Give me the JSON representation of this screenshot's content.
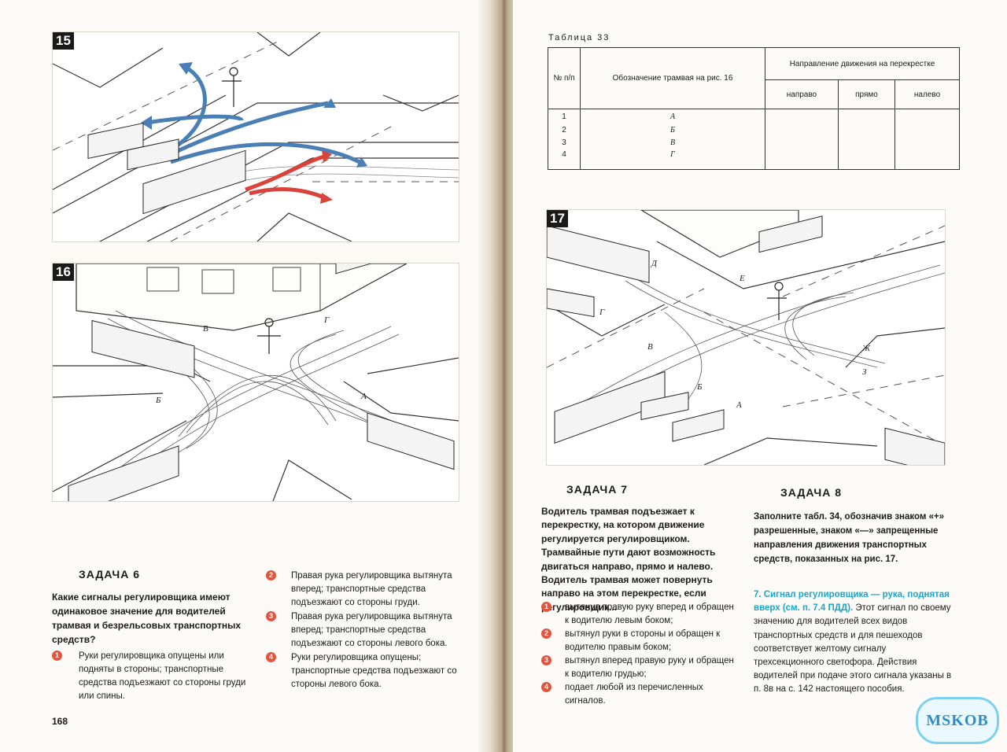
{
  "left_page": {
    "figures": [
      {
        "number": "15"
      },
      {
        "number": "16",
        "labels": [
          "В",
          "Г",
          "Б",
          "А"
        ]
      }
    ],
    "task": {
      "heading": "ЗАДАЧА 6",
      "question": "Какие сигналы регулировщика имеют одинаковое значение для водителей трамвая и безрельсовых транспортных средств?",
      "answers": [
        {
          "n": "1",
          "text": "Руки регулировщика опущены или подняты в стороны; транспортные средства подъезжают со стороны груди или спины."
        },
        {
          "n": "2",
          "text": "Правая рука регулировщика вытянута вперед; транспортные средства подъезжают со стороны груди."
        },
        {
          "n": "3",
          "text": "Правая рука регулировщика вытянута вперед; транспортные средства подъезжают со стороны левого бока."
        },
        {
          "n": "4",
          "text": "Руки регулировщика опущены; транспортные средства подъезжают со стороны левого бока."
        }
      ]
    },
    "page_number": "168"
  },
  "right_page": {
    "table": {
      "title": "Таблица 33",
      "col_no": "№ п/п",
      "col_designation": "Обозначение трамвая на рис. 16",
      "col_direction": "Направление движения на перекрестке",
      "sub_cols": [
        "направо",
        "прямо",
        "налево"
      ],
      "rows": [
        {
          "n": "1",
          "d": "А"
        },
        {
          "n": "2",
          "d": "Б"
        },
        {
          "n": "3",
          "d": "В"
        },
        {
          "n": "4",
          "d": "Г"
        }
      ]
    },
    "figure": {
      "number": "17",
      "labels": [
        "Д",
        "Е",
        "Г",
        "В",
        "Б",
        "А",
        "Ж",
        "З"
      ]
    },
    "task7": {
      "heading": "ЗАДАЧА 7",
      "question": "Водитель трамвая подъезжает к перекрестку, на котором движение регулируется регулировщиком. Трамвайные пути дают возможность двигаться направо, прямо и налево. Водитель трамвая может повернуть направо на этом перекрестке, если регулировщик...",
      "answers": [
        {
          "n": "1",
          "text": "вытянул правую руку вперед и обращен к водителю левым боком;"
        },
        {
          "n": "2",
          "text": "вытянул руки в стороны и обращен к водителю правым боком;"
        },
        {
          "n": "3",
          "text": "вытянул вперед правую руку и обращен к водителю грудью;"
        },
        {
          "n": "4",
          "text": "подает любой из перечисленных сигналов."
        }
      ]
    },
    "task8": {
      "heading": "ЗАДАЧА 8",
      "text": "Заполните табл. 34, обозначив знаком «+» разрешенные, знаком «—» запрещенные направления движения транспортных средств, показанных на рис. 17."
    },
    "note": {
      "number": "7.",
      "highlight": "Сигнал регулировщика — рука, поднятая вверх (см. п. 7.4 ПДД).",
      "text": "Этот сигнал по своему значению для водителей всех видов транспортных средств и для пешеходов соответствует желтому сигналу трехсекционного светофора. Действия водителей при подаче этого сигнала указаны в п. 8в на с. 142 настоящего пособия."
    }
  },
  "watermark": "MSKOB",
  "colors": {
    "arrow_blue": "#4a7fb5",
    "arrow_red": "#d9433a",
    "bullet_red": "#e0553e",
    "note_cyan": "#1aa7c9"
  }
}
